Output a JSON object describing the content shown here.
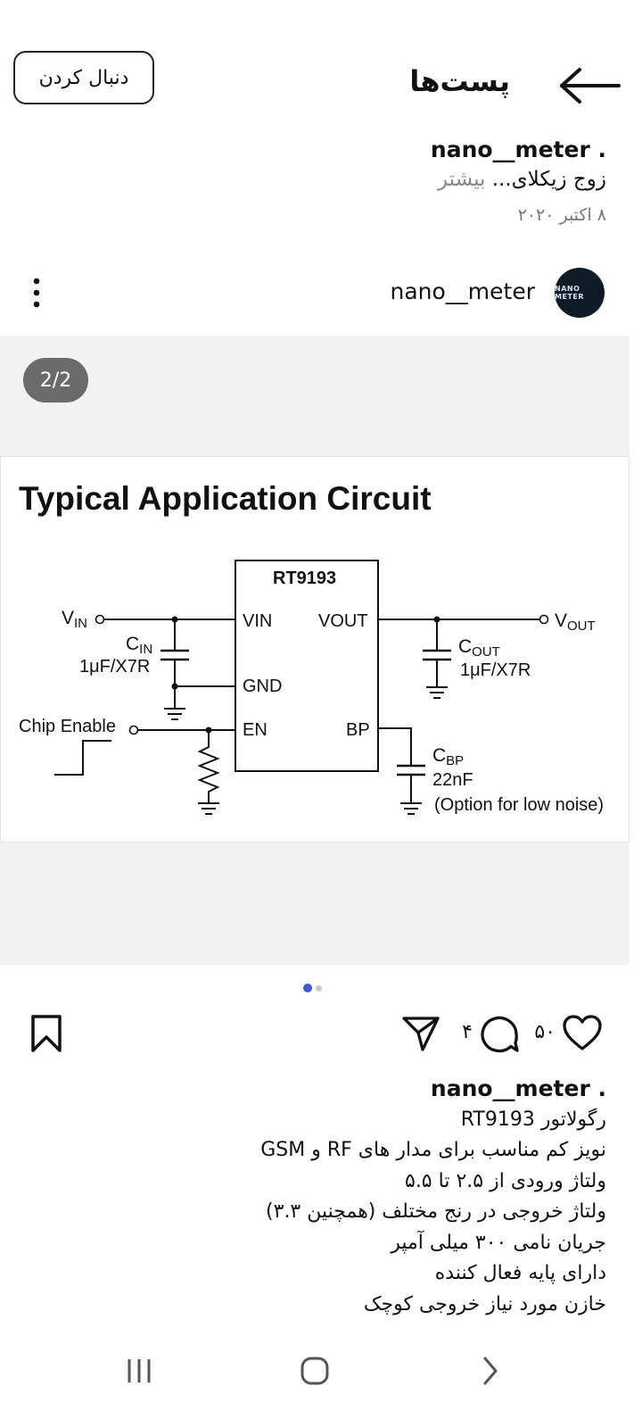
{
  "header": {
    "title": "پست‌ها",
    "follow_label": "دنبال کردن"
  },
  "post_meta": {
    "author_line": "nano__meter .",
    "caption_preview": "زوج زیکلای...",
    "more_label": " بیشتر",
    "date": "۸ اکتبر ۲۰۲۰"
  },
  "account": {
    "name": "nano__meter",
    "avatar_text": "NANO METER"
  },
  "media": {
    "counter": "2/2",
    "slide_count": 2,
    "active_slide": 1,
    "circuit": {
      "title": "Typical Application Circuit",
      "chip": "RT9193",
      "pin_vin": "VIN",
      "pin_vout": "VOUT",
      "pin_gnd": "GND",
      "pin_en": "EN",
      "pin_bp": "BP",
      "label_vin": "V",
      "label_vin_sub": "IN",
      "label_vout": "V",
      "label_vout_sub": "OUT",
      "cin": "C",
      "cin_sub": "IN",
      "cin_value": "1μF/X7R",
      "cout": "C",
      "cout_sub": "OUT",
      "cout_value": "1μF/X7R",
      "chip_enable": "Chip Enable",
      "cbp": "C",
      "cbp_sub": "BP",
      "cbp_value": "22nF",
      "cbp_note": "(Option for low noise)"
    }
  },
  "actions": {
    "likes": "۵۰",
    "comments": "۴"
  },
  "caption": {
    "author": "nano__meter .",
    "lines": [
      "رگولاتور RT9193",
      "نویز کم مناسب برای مدار های RF و GSM",
      "ولتاژ ورودی از ۲.۵ تا ۵.۵",
      "ولتاژ خروجی در رنج مختلف (همچنین ۳.۳)",
      "جریان نامی ۳۰۰ میلی آمپر",
      "دارای پایه فعال کننده",
      "خازن مورد نیاز خروجی کوچک"
    ]
  },
  "colors": {
    "active_dot": "#3b5bdb",
    "inactive_dot": "#c8c8c8",
    "counter_bg": "#6b6b6b"
  }
}
